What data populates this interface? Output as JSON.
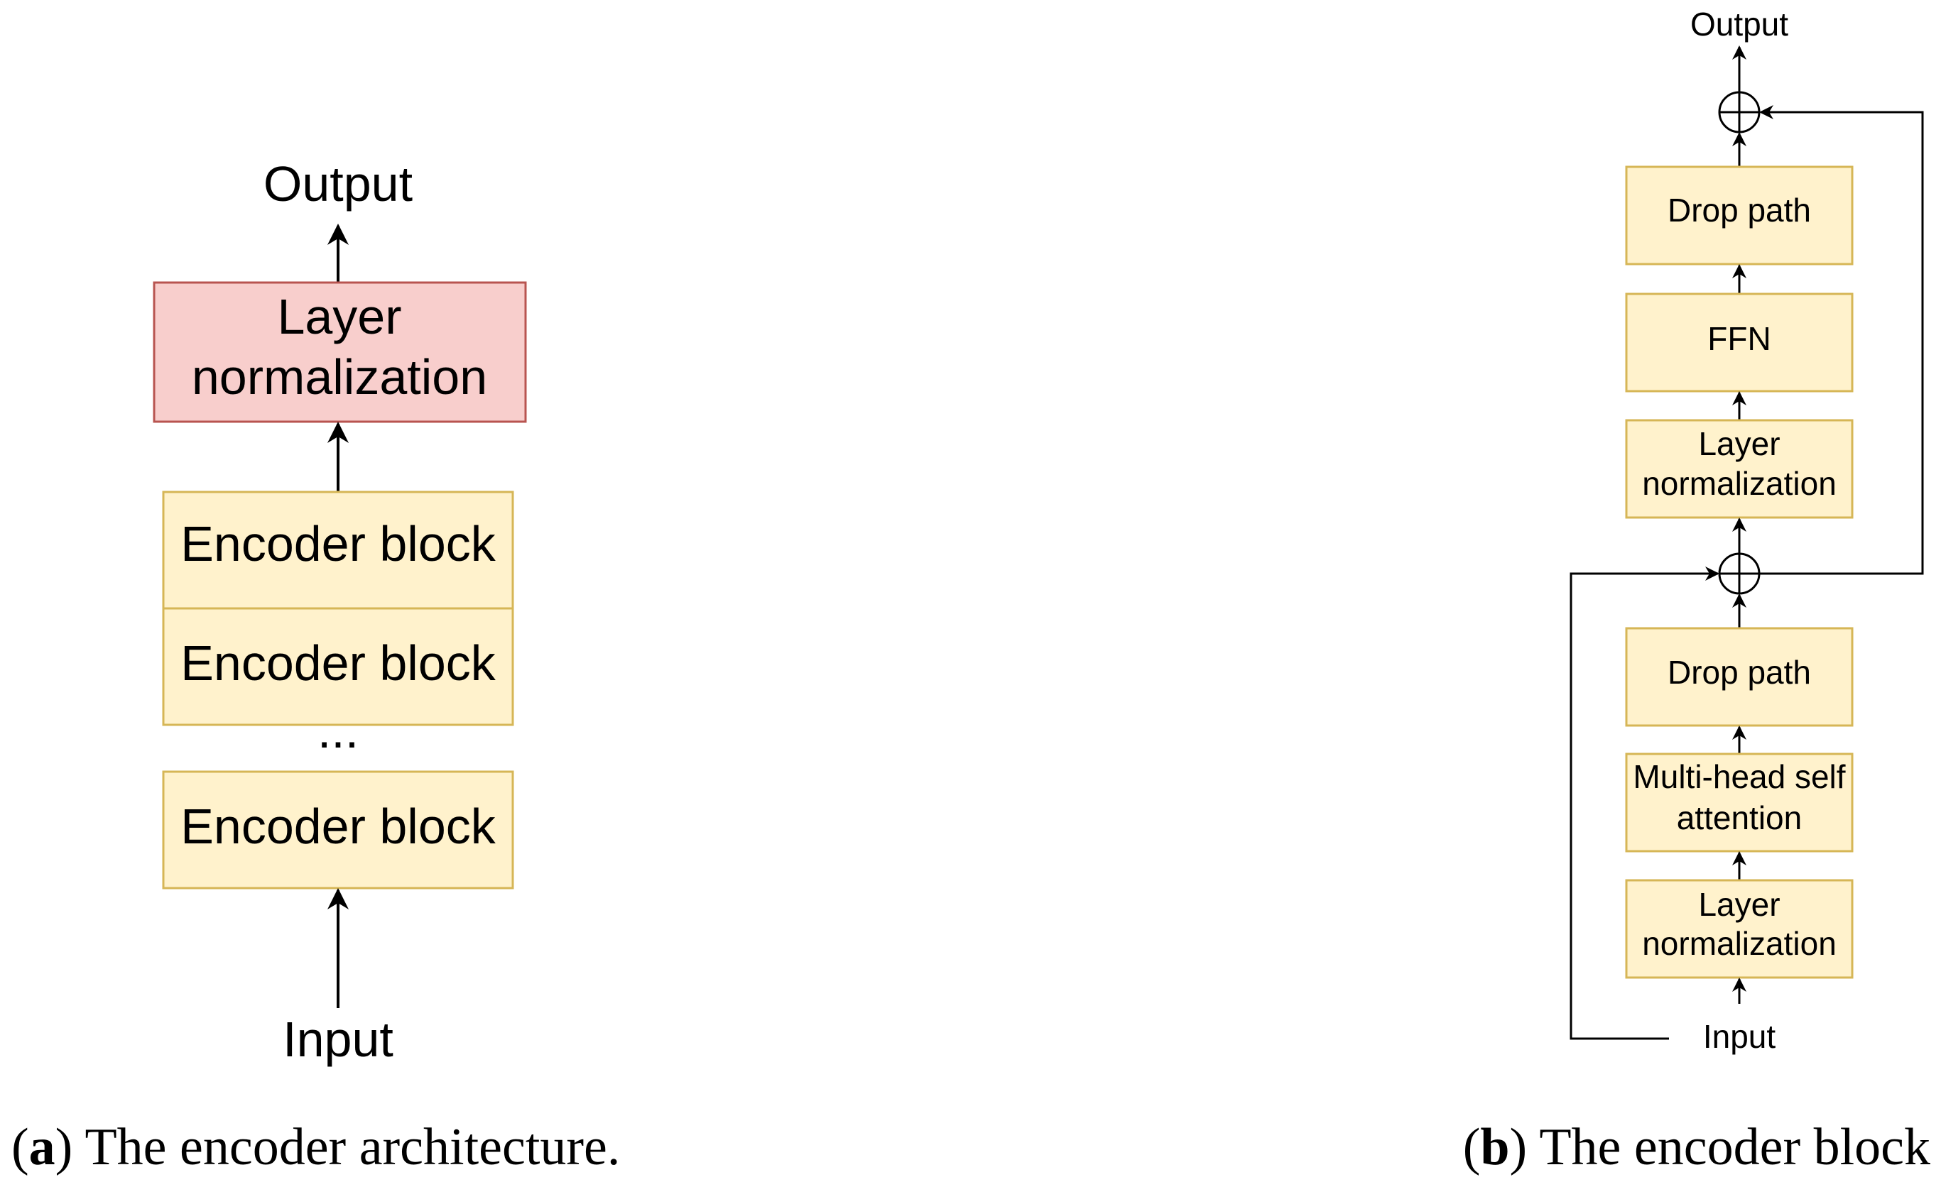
{
  "colors": {
    "block_fill": "#fff2cc",
    "block_stroke": "#d6b656",
    "norm_fill": "#f8cecc",
    "norm_stroke": "#b85450",
    "line": "#000000"
  },
  "panel_a": {
    "output_label": "Output",
    "input_label": "Input",
    "norm_line1": "Layer",
    "norm_line2": "normalization",
    "block1": "Encoder block",
    "block2": "Encoder block",
    "block3": "Encoder block",
    "ellipsis": "...",
    "caption_letter": "a",
    "caption_text": "The encoder architecture."
  },
  "panel_b": {
    "output_label": "Output",
    "input_label": "Input",
    "drop_path_top": "Drop path",
    "ffn": "FFN",
    "norm_top_line1": "Layer",
    "norm_top_line2": "normalization",
    "drop_path_bottom": "Drop path",
    "mhsa_line1": "Multi-head self",
    "mhsa_line2": "attention",
    "norm_bottom_line1": "Layer",
    "norm_bottom_line2": "normalization",
    "caption_letter": "b",
    "caption_text": "The encoder block"
  }
}
